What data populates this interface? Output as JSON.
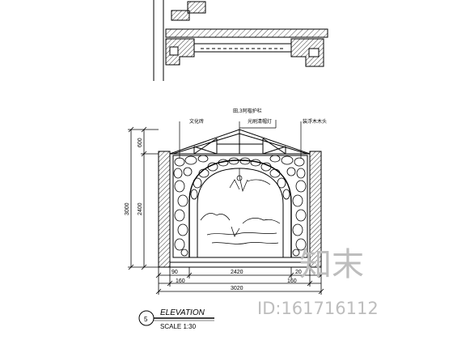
{
  "annotations": {
    "left": "文化砖",
    "center_top": "田,3阿楷护栏",
    "center_bottom": "光刷清帽灯",
    "right": "装浮木木头"
  },
  "dimensions": {
    "left_top": "600",
    "left_mid": "2400",
    "left_total": "3000",
    "bottom_left_small": "90",
    "bottom_center": "2420",
    "bottom_right_small": "20",
    "bottom_left_offset": "160",
    "bottom_total": "3020",
    "bottom_right_offset": "160"
  },
  "title_block": {
    "number": "5",
    "title": "ELEVATION",
    "scale": "SCALE 1:30"
  },
  "watermark": {
    "brand": "知末",
    "id": "ID:161716112"
  }
}
